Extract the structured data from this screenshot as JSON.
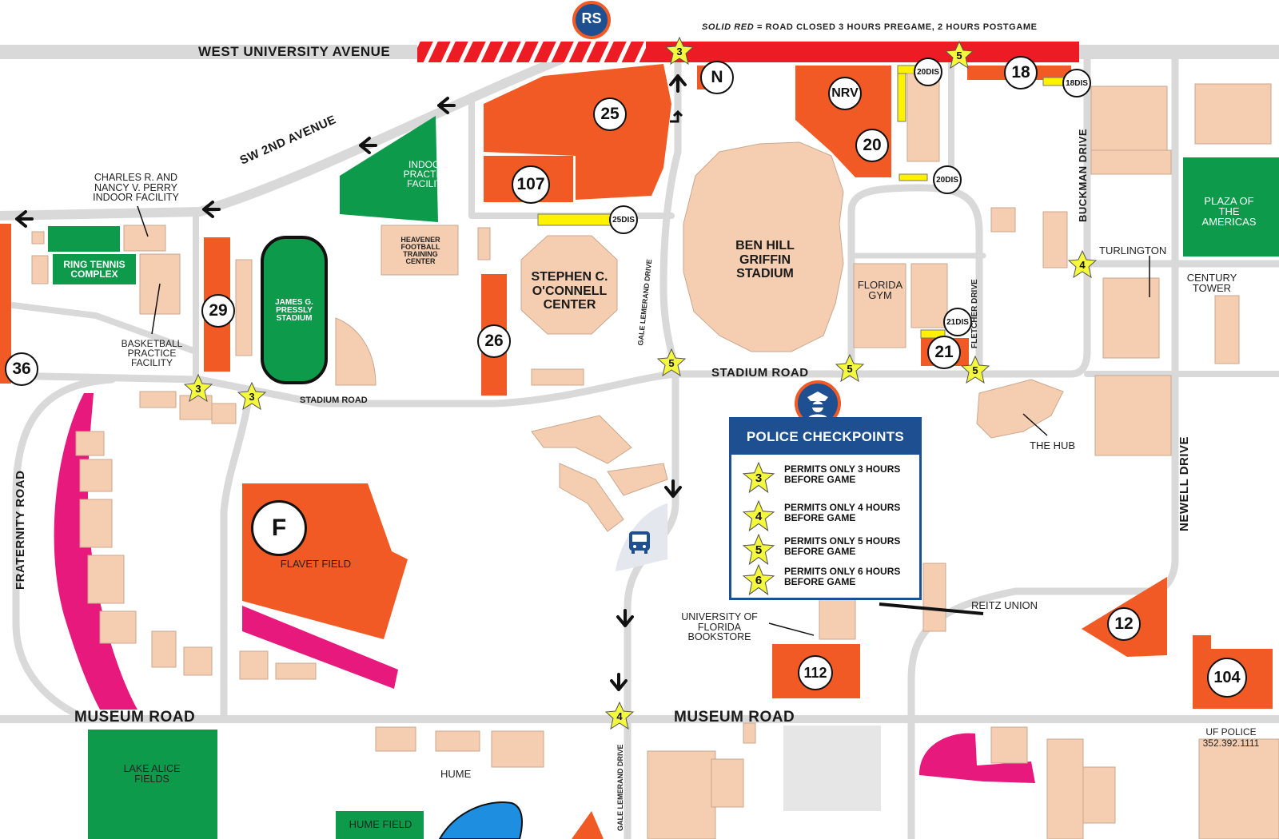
{
  "header": {
    "rs_badge": "RS",
    "closure_note_em": "SOLID RED",
    "closure_note": " = ROAD CLOSED 3 HOURS PREGAME, 2 HOURS POSTGAME"
  },
  "roads": {
    "west_university": "WEST UNIVERSITY AVENUE",
    "sw_2nd": "SW 2ND AVENUE",
    "stadium_road_main": "STADIUM ROAD",
    "stadium_road_west": "STADIUM ROAD",
    "museum_road_west": "MUSEUM ROAD",
    "museum_road_east": "MUSEUM ROAD",
    "fraternity": "FRATERNITY ROAD",
    "gale_lemerand_north": "GALE LEMERAND DRIVE",
    "gale_lemerand_south": "GALE LEMERAND DRIVE",
    "fletcher": "FLETCHER DRIVE",
    "buckman": "BUCKMAN DRIVE",
    "newell": "NEWELL DRIVE"
  },
  "places": {
    "indoor_practice": "INDOOR PRACTICE FACILITY",
    "heavener": "HEAVENER FOOTBALL TRAINING CENTER",
    "perry": "CHARLES R. AND NANCY V. PERRY INDOOR FACILITY",
    "ring_tennis": "RING TENNIS COMPLEX",
    "basketball_practice": "BASKETBALL PRACTICE FACILITY",
    "pressly": "JAMES G. PRESSLY STADIUM",
    "oconnell": "STEPHEN C. O'CONNELL CENTER",
    "stadium": "BEN HILL GRIFFIN STADIUM",
    "florida_gym": "FLORIDA GYM",
    "plaza": "PLAZA OF THE AMERICAS",
    "turlington": "TURLINGTON",
    "century_tower": "CENTURY TOWER",
    "the_hub": "THE HUB",
    "flavet": "FLAVET FIELD",
    "reitz": "REITZ UNION",
    "bookstore": "UNIVERSITY OF FLORIDA BOOKSTORE",
    "lake_alice": "LAKE ALICE FIELDS",
    "hume": "HUME",
    "hume_field": "HUME FIELD",
    "uf_police": "UF POLICE",
    "uf_police_phone": "352.392.1111"
  },
  "lots": {
    "n": "N",
    "nrv": "NRV",
    "l18": "18",
    "l20": "20",
    "l25": "25",
    "l107": "107",
    "l29": "29",
    "l26": "26",
    "l36": "36",
    "l21": "21",
    "f": "F",
    "l12": "12",
    "l112": "112",
    "l104": "104",
    "d20a": "20DIS",
    "d20b": "20DIS",
    "d18": "18DIS",
    "d25": "25DIS",
    "d21": "21DIS"
  },
  "checkpoints_on_map": {
    "s1": "3",
    "s2": "5",
    "s3": "3",
    "s4": "3",
    "s5": "5",
    "s6": "5",
    "s7": "5",
    "s8": "4",
    "s9": "4"
  },
  "legend": {
    "title": "POLICE CHECKPOINTS",
    "items": [
      {
        "num": "3",
        "text": "PERMITS ONLY 3 HOURS BEFORE GAME"
      },
      {
        "num": "4",
        "text": "PERMITS ONLY 4 HOURS BEFORE GAME"
      },
      {
        "num": "5",
        "text": "PERMITS ONLY 5 HOURS BEFORE GAME"
      },
      {
        "num": "6",
        "text": "PERMITS ONLY 6 HOURS BEFORE GAME"
      }
    ]
  },
  "colors": {
    "road": "#d9d9d9",
    "closed": "#ed1c24",
    "parking": "#f15a24",
    "green": "#0d9a4a",
    "building": "#f5cdb0",
    "magenta": "#e8197c",
    "dis": "#fff200",
    "star": "#f4f93d",
    "police_blue": "#1d4f91",
    "water": "#1e8fe0"
  }
}
